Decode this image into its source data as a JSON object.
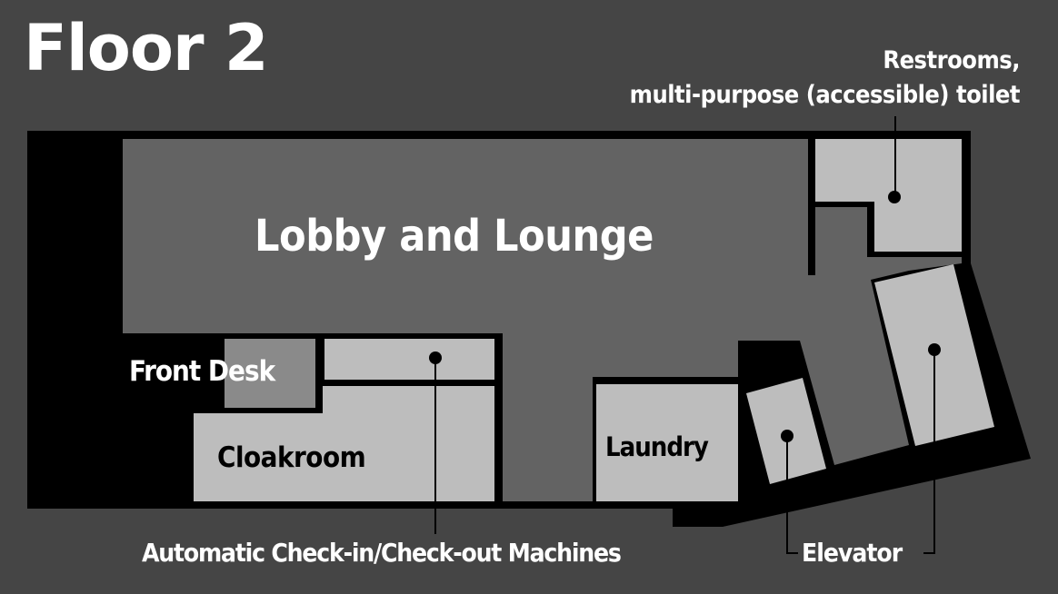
{
  "map": {
    "title": "Floor 2",
    "colors": {
      "background": "#454545",
      "walls": "#000000",
      "lobby": "#636363",
      "rooms": "#bdbdbd",
      "front_desk": "#8a8a8a",
      "label_light": "#ffffff",
      "label_dark": "#000000"
    },
    "areas": {
      "lobby": "Lobby and Lounge",
      "front_desk": "Front Desk",
      "cloakroom": "Cloakroom",
      "laundry": "Laundry"
    },
    "callouts": {
      "restrooms_line1": "Restrooms,",
      "restrooms_line2": "multi-purpose (accessible) toilet",
      "machines": "Automatic Check-in/Check-out Machines",
      "elevator": "Elevator"
    }
  }
}
